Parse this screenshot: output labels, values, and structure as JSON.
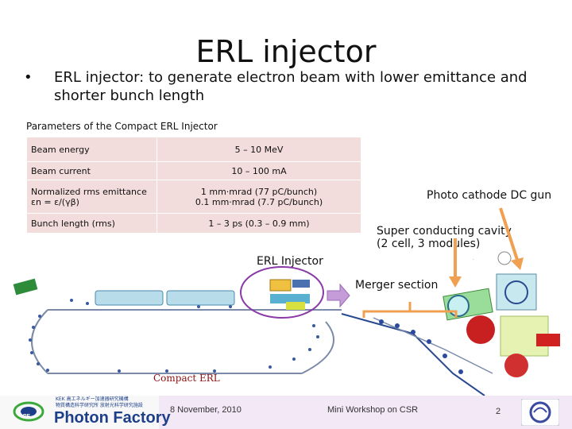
{
  "slide": {
    "title": "ERL injector",
    "bullet_symbol": "•",
    "bullet_text": "ERL injector: to generate electron beam with lower emittance and shorter bunch length"
  },
  "params": {
    "caption": "Parameters of the Compact ERL Injector",
    "rows": [
      {
        "name": "Beam energy",
        "name2": "",
        "value": "5 – 10 MeV",
        "value2": ""
      },
      {
        "name": "Beam current",
        "name2": "",
        "value": "10 – 100 mA",
        "value2": ""
      },
      {
        "name": "Normalized rms emittance",
        "name2": "εn = ε/(γβ)",
        "value": "1 mm·mrad (77 pC/bunch)",
        "value2": "0.1 mm·mrad (7.7 pC/bunch)"
      },
      {
        "name": "Bunch length (rms)",
        "name2": "",
        "value": "1 – 3 ps  (0.3 – 0.9 mm)",
        "value2": ""
      }
    ]
  },
  "labels": {
    "dc_gun": "Photo cathode DC gun",
    "sc_cavity_1": "Super conducting cavity",
    "sc_cavity_2": "(2 cell, 3 modules)",
    "erl_injector": "ERL Injector",
    "merger": "Merger section",
    "compact_erl": "Compact ERL"
  },
  "footer": {
    "org_jp_1": "KEK 高エネルギー加速器研究機構",
    "org_jp_2": "物質構造科学研究所 放射光科学研究施設",
    "logo_text": "Photon Factory",
    "logo_badge": "PF",
    "date": "8 November, 2010",
    "event": "Mini Workshop on CSR",
    "page": "2"
  },
  "colors": {
    "table_bg": "#f3dcdc",
    "arrow_orange": "#f0a050",
    "ring_purple": "#8a3aa8",
    "compact_erl_text": "#8a1010",
    "logo_blue": "#1d3f8a",
    "logo_green": "#3aa83a",
    "footer_arrow": "#c59cd8"
  }
}
